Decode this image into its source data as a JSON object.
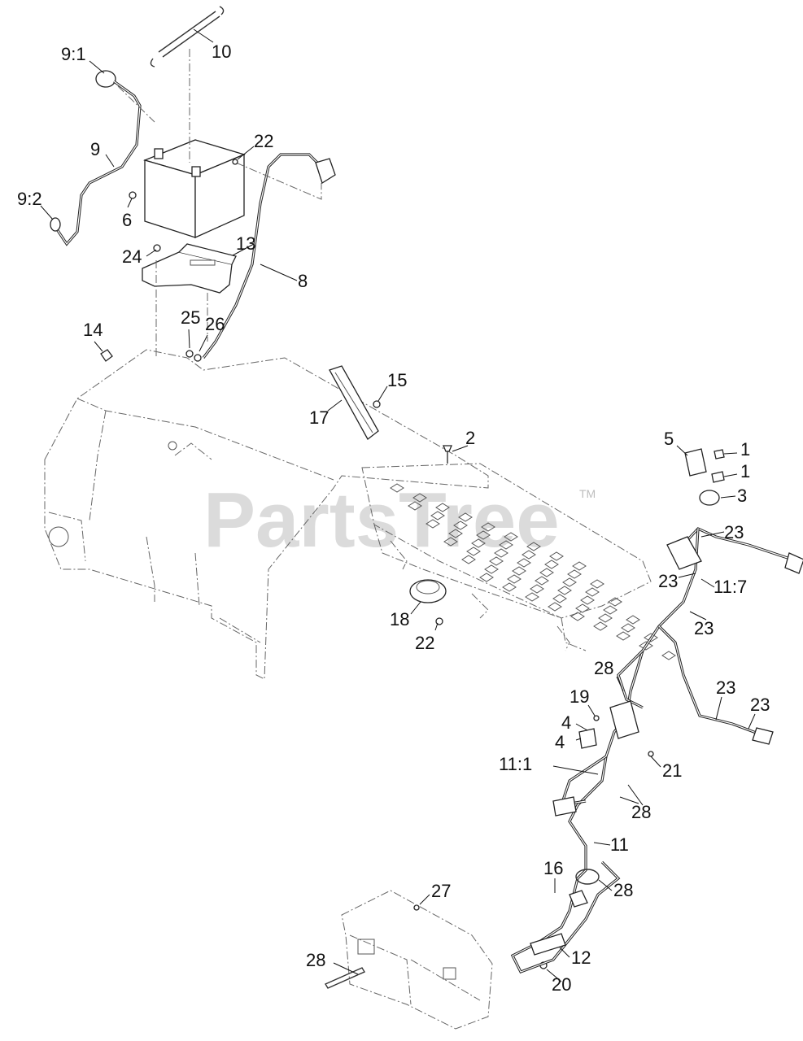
{
  "watermark": {
    "text": "PartsTree",
    "trademark": "TM"
  },
  "callouts": [
    {
      "text": "9:1"
    },
    {
      "text": "10"
    },
    {
      "text": "9"
    },
    {
      "text": "22"
    },
    {
      "text": "9:2"
    },
    {
      "text": "6"
    },
    {
      "text": "24"
    },
    {
      "text": "13"
    },
    {
      "text": "8"
    },
    {
      "text": "25"
    },
    {
      "text": "26"
    },
    {
      "text": "14"
    },
    {
      "text": "15"
    },
    {
      "text": "17"
    },
    {
      "text": "2"
    },
    {
      "text": "5"
    },
    {
      "text": "1"
    },
    {
      "text": "1"
    },
    {
      "text": "3"
    },
    {
      "text": "23"
    },
    {
      "text": "23"
    },
    {
      "text": "11:7"
    },
    {
      "text": "23"
    },
    {
      "text": "18"
    },
    {
      "text": "22"
    },
    {
      "text": "28"
    },
    {
      "text": "19"
    },
    {
      "text": "4"
    },
    {
      "text": "4"
    },
    {
      "text": "23"
    },
    {
      "text": "23"
    },
    {
      "text": "11:1"
    },
    {
      "text": "21"
    },
    {
      "text": "28"
    },
    {
      "text": "11"
    },
    {
      "text": "16"
    },
    {
      "text": "28"
    },
    {
      "text": "27"
    },
    {
      "text": "12"
    },
    {
      "text": "28"
    },
    {
      "text": "20"
    }
  ]
}
